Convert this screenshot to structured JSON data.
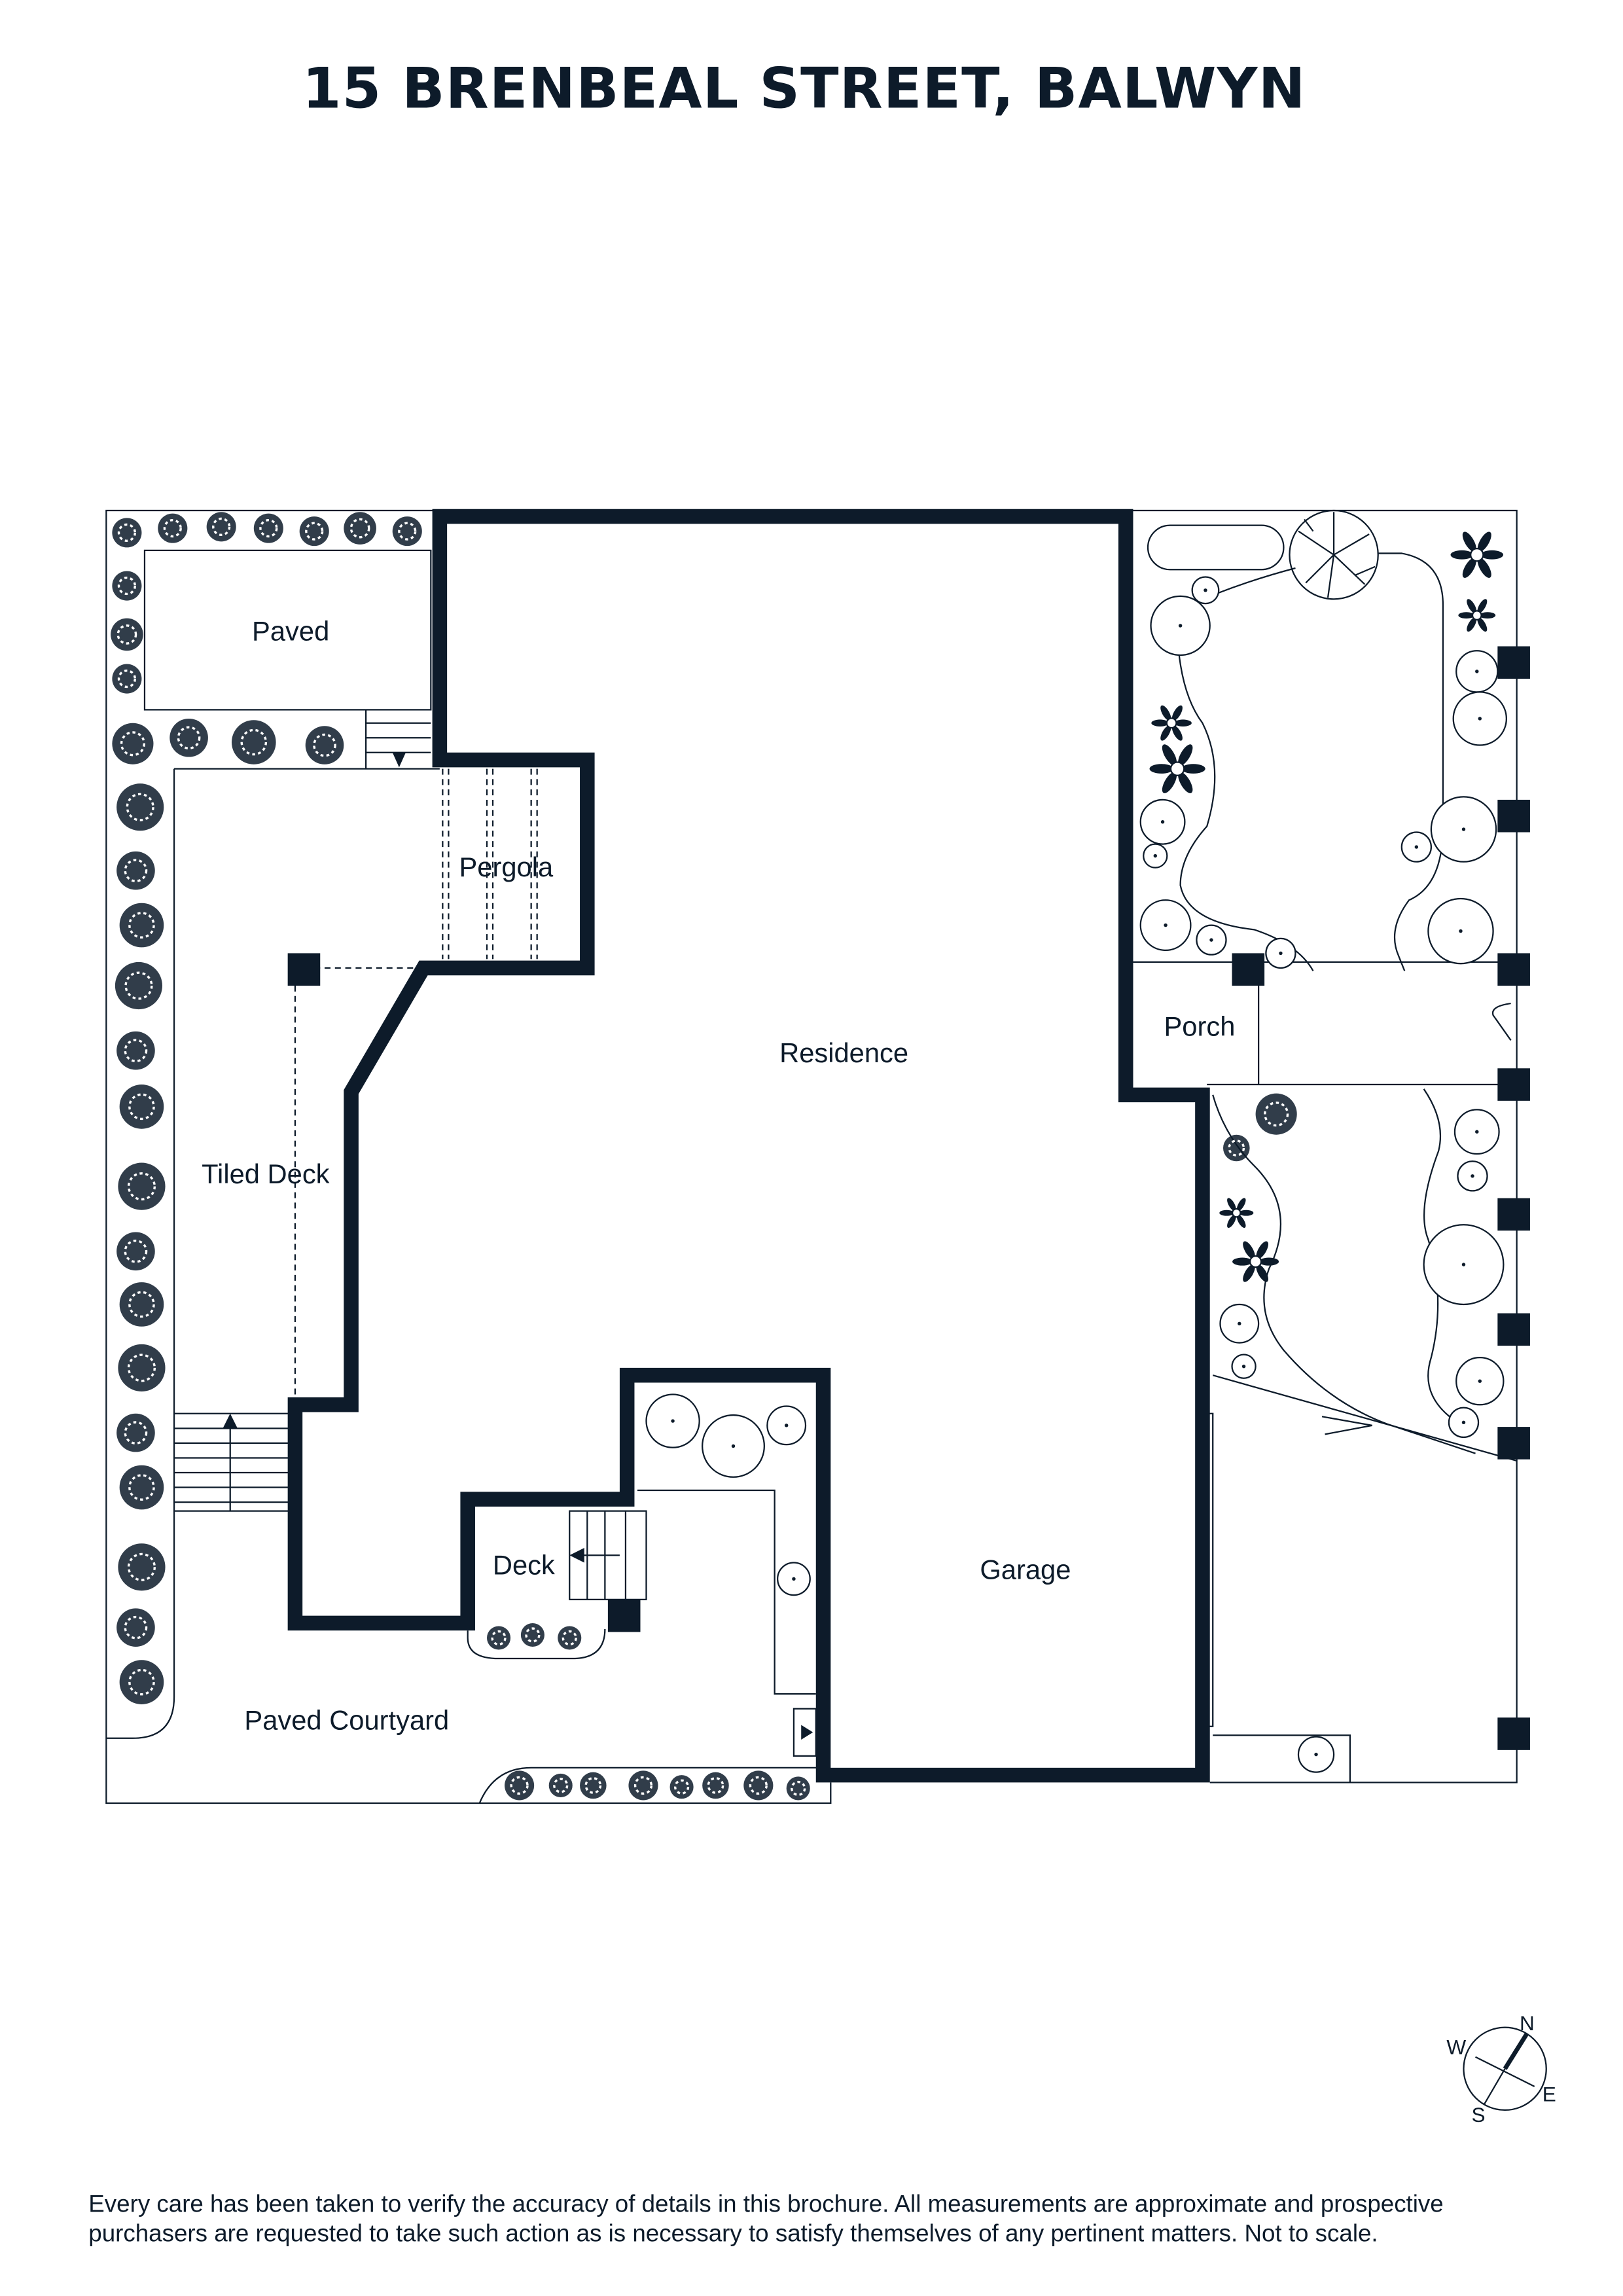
{
  "title": "15 BRENBEAL STREET, BALWYN",
  "rooms": {
    "paved": "Paved",
    "pergola": "Pergola",
    "residence": "Residence",
    "porch": "Porch",
    "tiled_deck": "Tiled Deck",
    "deck": "Deck",
    "garage": "Garage",
    "paved_courtyard": "Paved Courtyard"
  },
  "compass": {
    "n": "N",
    "s": "S",
    "e": "E",
    "w": "W"
  },
  "disclaimer": {
    "line1": "Every care has been taken to verify the accuracy of details in this brochure. All measurements are approximate and prospective",
    "line2": "purchasers are requested to take such action as is necessary to satisfy themselves of any pertinent matters. Not to scale."
  },
  "colors": {
    "ink": "#0d1b2a"
  }
}
